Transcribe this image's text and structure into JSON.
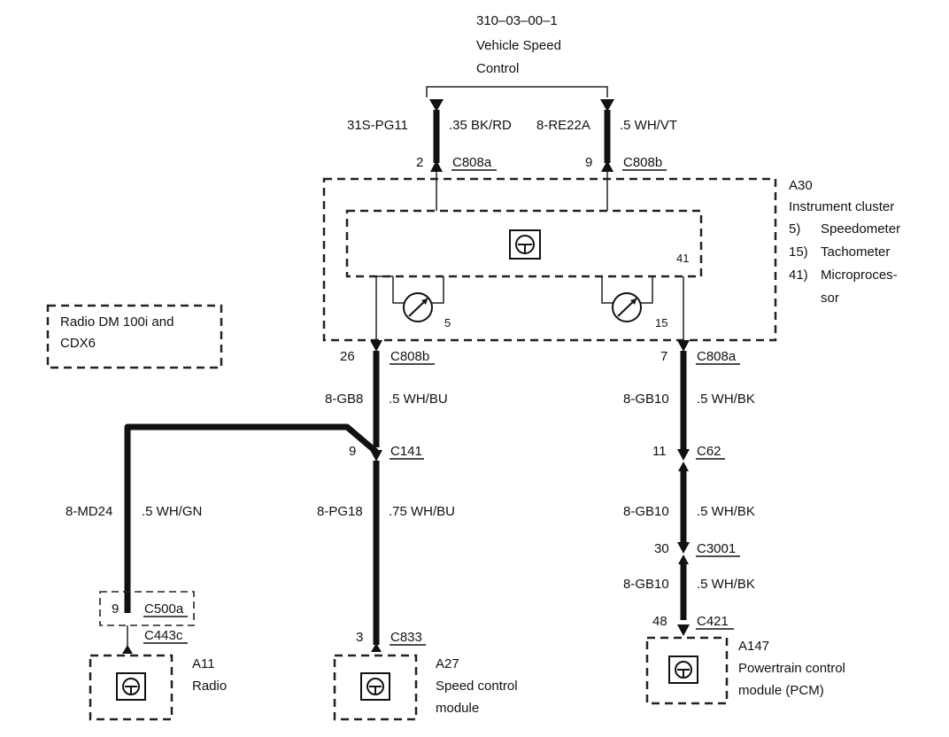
{
  "ref": {
    "code": "310–03–00–1",
    "name_line1": "Vehicle Speed",
    "name_line2": "Control"
  },
  "cluster": {
    "id": "A30",
    "name": "Instrument cluster",
    "components": [
      {
        "num": "5)",
        "name": "Speedometer"
      },
      {
        "num": "15)",
        "name": "Tachometer"
      },
      {
        "num": "41)",
        "name": "Microproces-"
      }
    ],
    "components_cont": "sor",
    "micro_label": "41",
    "speedo_label": "5",
    "tacho_label": "15"
  },
  "radio_box": {
    "line1": "Radio DM 100i and",
    "line2": "CDX6"
  },
  "wires": {
    "w1": {
      "circuit": "31S-PG11",
      "spec": ".35 BK/RD"
    },
    "w2": {
      "circuit": "8-RE22A",
      "spec": ".5 WH/VT"
    },
    "w3": {
      "circuit": "8-GB8",
      "spec": ".5 WH/BU"
    },
    "w4": {
      "circuit": "8-GB10",
      "spec": ".5 WH/BK"
    },
    "w5": {
      "circuit": "8-MD24",
      "spec": ".5 WH/GN"
    },
    "w6": {
      "circuit": "8-PG18",
      "spec": ".75 WH/BU"
    },
    "w7": {
      "circuit": "8-GB10",
      "spec": ".5 WH/BK"
    },
    "w8": {
      "circuit": "8-GB10",
      "spec": ".5 WH/BK"
    }
  },
  "connectors": {
    "c1": {
      "pin": "2",
      "name": "C808a"
    },
    "c2": {
      "pin": "9",
      "name": "C808b"
    },
    "c3": {
      "pin": "26",
      "name": "C808b"
    },
    "c4": {
      "pin": "7",
      "name": "C808a"
    },
    "c5": {
      "pin": "9",
      "name": "C141"
    },
    "c6": {
      "pin": "11",
      "name": "C62"
    },
    "c7": {
      "pin": "30",
      "name": "C3001"
    },
    "c8": {
      "pin": "9",
      "name": "C500a"
    },
    "c9": {
      "name": "C443c"
    },
    "c10": {
      "pin": "3",
      "name": "C833"
    },
    "c11": {
      "pin": "48",
      "name": "C421"
    }
  },
  "modules": {
    "a11": {
      "id": "A11",
      "name": "Radio"
    },
    "a27": {
      "id": "A27",
      "line1": "Speed control",
      "line2": "module"
    },
    "a147": {
      "id": "A147",
      "line1": "Powertrain control",
      "line2": "module (PCM)"
    }
  }
}
